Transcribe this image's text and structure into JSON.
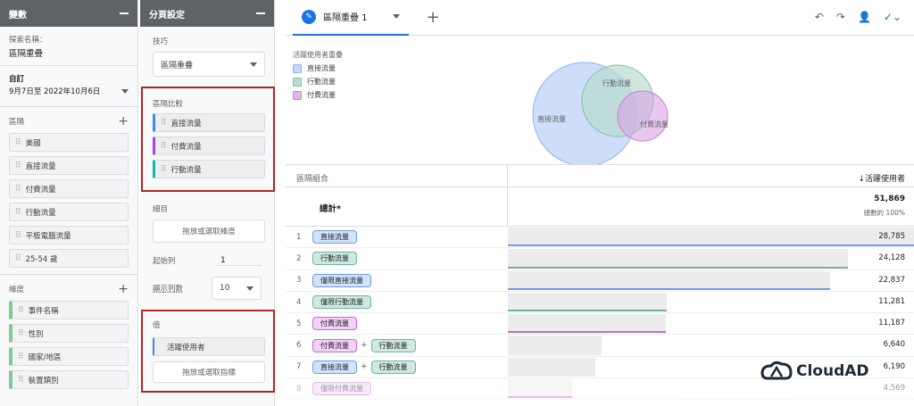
{
  "variables_panel": {
    "title": "變數",
    "exploration_name_label": "探索名稱：",
    "exploration_name": "區隔重疊",
    "date_badge": "自訂",
    "date_range": "9月7日至 2022年10月6日",
    "segments_title": "區隔",
    "segments": [
      "美國",
      "直接流量",
      "付費流量",
      "行動流量",
      "平板電腦流量",
      "25-54 歲"
    ],
    "dimensions_title": "維度",
    "dimensions": [
      "事件名稱",
      "性別",
      "國家/地區",
      "裝置類別"
    ]
  },
  "tab_settings": {
    "title": "分頁設定",
    "technique_label": "技巧",
    "technique_value": "區隔重疊",
    "segment_compare_label": "區隔比較",
    "segment_compare": [
      {
        "label": "直接流量",
        "color": "#4285f4"
      },
      {
        "label": "付費流量",
        "color": "#a142f4"
      },
      {
        "label": "行動流量",
        "color": "#12b5a5"
      }
    ],
    "breakdown_label": "細目",
    "breakdown_drop": "拖放或選取維度",
    "start_row_label": "起始列",
    "start_row_value": "1",
    "show_rows_label": "顯示列數",
    "show_rows_value": "10",
    "values_label": "值",
    "metric": "活躍使用者",
    "metric_drop": "拖放或選取指標"
  },
  "main": {
    "tab_name": "區隔重疊 1",
    "legend_title": "活躍使用者重疊",
    "legend": [
      {
        "label": "直接流量",
        "color": "#c6d7f7"
      },
      {
        "label": "行動流量",
        "color": "#b9dcd0"
      },
      {
        "label": "付費流量",
        "color": "#e4b5ea"
      }
    ],
    "venn": {
      "direct_label": "直接流量",
      "mobile_label": "行動流量",
      "paid_label": "付費流量"
    },
    "table": {
      "col_segment": "區隔組合",
      "col_metric": "↓活躍使用者",
      "total_label": "總計*",
      "total_value": "51,869",
      "total_sub": "總數的 100%",
      "rows": [
        {
          "n": "1",
          "pills": [
            {
              "label": "直接流量",
              "bg": "#d2e3fc",
              "bd": "#6f9ce8"
            }
          ],
          "value": "28,785",
          "fraction": 0.555,
          "line": "#6f9ce8"
        },
        {
          "n": "2",
          "pills": [
            {
              "label": "行動流量",
              "bg": "#cfe9e0",
              "bd": "#6fb39c"
            }
          ],
          "value": "24,128",
          "fraction": 0.465,
          "line": "#6fb39c"
        },
        {
          "n": "3",
          "pills": [
            {
              "label": "僅限直接流量",
              "bg": "#d2e3fc",
              "bd": "#6f9ce8"
            }
          ],
          "value": "22,837",
          "fraction": 0.44,
          "line": "#6f9ce8"
        },
        {
          "n": "4",
          "pills": [
            {
              "label": "僅限行動流量",
              "bg": "#cfe9e0",
              "bd": "#6fb39c"
            }
          ],
          "value": "11,281",
          "fraction": 0.217,
          "line": "#6fb39c"
        },
        {
          "n": "5",
          "pills": [
            {
              "label": "付費流量",
              "bg": "#f3d1f7",
              "bd": "#c46ad0"
            }
          ],
          "value": "11,187",
          "fraction": 0.216,
          "line": "#c46ad0"
        },
        {
          "n": "6",
          "pills": [
            {
              "label": "付費流量",
              "bg": "#f3d1f7",
              "bd": "#c46ad0"
            },
            {
              "label": "行動流量",
              "bg": "#cfe9e0",
              "bd": "#6fb39c"
            }
          ],
          "value": "6,640",
          "fraction": 0.128,
          "line": ""
        },
        {
          "n": "7",
          "pills": [
            {
              "label": "直接流量",
              "bg": "#d2e3fc",
              "bd": "#6f9ce8"
            },
            {
              "label": "行動流量",
              "bg": "#cfe9e0",
              "bd": "#6fb39c"
            }
          ],
          "value": "6,190",
          "fraction": 0.119,
          "line": ""
        },
        {
          "n": "8",
          "pills": [
            {
              "label": "僅限付費流量",
              "bg": "#f3d1f7",
              "bd": "#c46ad0"
            }
          ],
          "value": "4,569",
          "fraction": 0.088,
          "line": "#c46ad0"
        }
      ]
    }
  },
  "watermark": "CloudAD"
}
